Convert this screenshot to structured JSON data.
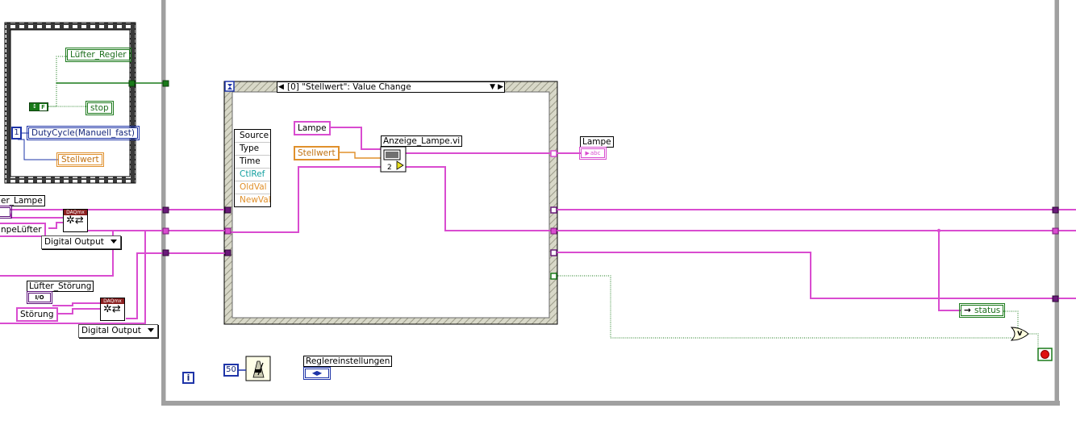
{
  "diagram": {
    "while_loop_inner": {
      "indicators": {
        "fan_controller": "Lüfter_Regler",
        "stop": "stop",
        "duty_cycle": "DutyCycle(Manuell_fast)",
        "setpoint": "Stellwert"
      },
      "bool_const": "F",
      "numeric_const": "1"
    },
    "left": {
      "lamp_channel_label": "er_Lampe",
      "lamp_fan_const": "npeLüfter",
      "fan_fault_label": "Lüfter_Störung",
      "fault_const": "Störung",
      "daqmx_header": "DAQmx",
      "io_tag": "I/O",
      "digital_output_1": "Digital Output",
      "digital_output_2": "Digital Output"
    },
    "event_structure": {
      "selector": "[0] \"Stellwert\": Value Change",
      "event_data": [
        "Source",
        "Type",
        "Time",
        "CtlRef",
        "OldVal",
        "NewVal"
      ],
      "lamp_const": "Lampe",
      "setpoint_const": "Stellwert",
      "subvi_label": "Anzeige_Lampe.vi",
      "subvi_index": "2"
    },
    "right": {
      "lamp_indicator_label": "Lampe",
      "lamp_terminal_text": "abc",
      "status_label": "status",
      "or_label": "v"
    },
    "bottom": {
      "wait_const": "50",
      "settings_label": "Reglereinstellungen",
      "iteration": "i"
    }
  },
  "colors": {
    "pink_wire": "#d94cd0",
    "purple_wire": "#5a0f78",
    "green_wire": "#1a7a1a",
    "blue_wire": "#1e34a8",
    "orange_wire": "#e0902c",
    "frame": "#8c8c8c"
  }
}
